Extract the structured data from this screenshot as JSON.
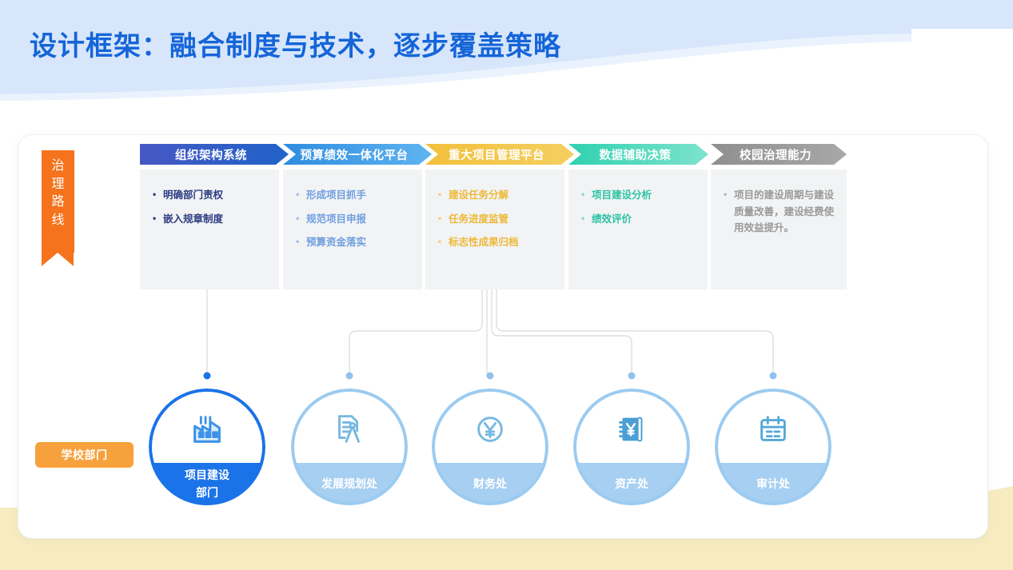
{
  "page": {
    "title": "设计框架：融合制度与技术，逐步覆盖策略",
    "title_color": "#1565d8",
    "header_band_color": "#d7e6fb",
    "footer_band_color": "#f7ecc0"
  },
  "governance": {
    "ribbon_label": "治理路线",
    "ribbon_chars": [
      "治",
      "理",
      "路",
      "线"
    ],
    "ribbon_color": "#f4731c",
    "stages": [
      {
        "label": "组织架构系统",
        "chev_color_from": "#4758c4",
        "chev_color_to": "#1f63c9",
        "text_color": "#2b3c82",
        "bullet_color": "#2b3c82",
        "items": [
          "明确部门责权",
          "嵌入规章制度"
        ]
      },
      {
        "label": "预算绩效一体化平台",
        "chev_color_from": "#2f8de0",
        "chev_color_to": "#5fb3f0",
        "text_color": "#6f9fe0",
        "bullet_color": "#9cbdea",
        "items": [
          "形成项目抓手",
          "规范项目申报",
          "预算资金落实"
        ]
      },
      {
        "label": "重大项目管理平台",
        "chev_color_from": "#f2c03c",
        "chev_color_to": "#f5d060",
        "text_color": "#edb93a",
        "bullet_color": "#f0cd72",
        "items": [
          "建设任务分解",
          "任务进度监管",
          "标志性成果归档"
        ]
      },
      {
        "label": "数据辅助决策",
        "chev_color_from": "#2fd1b0",
        "chev_color_to": "#7fe3cd",
        "text_color": "#2fc3a5",
        "bullet_color": "#7fd9c5",
        "items": [
          "项目建设分析",
          "绩效评价"
        ]
      },
      {
        "label": "校园治理能力",
        "chev_color_from": "#8f8f8f",
        "chev_color_to": "#a8a8a8",
        "text_color": "#9a9a9a",
        "bullet_color": "#b4b4b4",
        "items": [
          "项目的建设周期与建设质量改善，建设经费使用效益提升。"
        ]
      }
    ]
  },
  "departments": {
    "badge_label": "学校部门",
    "badge_color": "#f7a13c",
    "nodes": [
      {
        "name_line1": "项目建设",
        "name_line2": "部门",
        "icon": "factory-icon",
        "ring_color": "#1a73e8",
        "fill_color": "#1a73e8",
        "icon_color": "#3d93e8",
        "dot_color": "#1a73e8"
      },
      {
        "name_line1": "发展规划处",
        "name_line2": "",
        "icon": "document-compass-icon",
        "ring_color": "#9ccbf0",
        "fill_color": "#a6cff2",
        "icon_color": "#76b8e0",
        "dot_color": "#92c2ec"
      },
      {
        "name_line1": "财务处",
        "name_line2": "",
        "icon": "yuan-circle-icon",
        "ring_color": "#9ccbf0",
        "fill_color": "#a6cff2",
        "icon_color": "#76b8e0",
        "dot_color": "#92c2ec"
      },
      {
        "name_line1": "资产处",
        "name_line2": "",
        "icon": "ledger-yuan-icon",
        "ring_color": "#9ccbf0",
        "fill_color": "#a6cff2",
        "icon_color": "#4a9fd4",
        "dot_color": "#92c2ec"
      },
      {
        "name_line1": "审计处",
        "name_line2": "",
        "icon": "calendar-icon",
        "ring_color": "#9ccbf0",
        "fill_color": "#a6cff2",
        "icon_color": "#55a9d8",
        "dot_color": "#92c2ec"
      }
    ]
  }
}
